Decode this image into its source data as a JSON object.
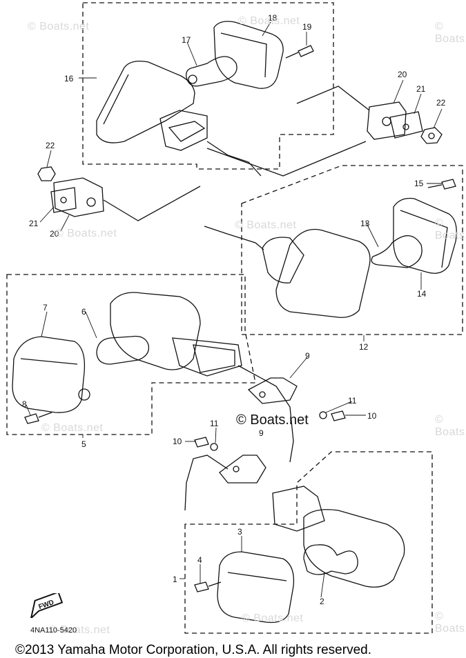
{
  "callouts": {
    "c1": "1",
    "c2": "2",
    "c3": "3",
    "c4": "4",
    "c5": "5",
    "c6": "6",
    "c7": "7",
    "c8": "8",
    "c9a": "9",
    "c9b": "9",
    "c10a": "10",
    "c10b": "10",
    "c11a": "11",
    "c11b": "11",
    "c12": "12",
    "c13": "13",
    "c14": "14",
    "c15": "15",
    "c16": "16",
    "c17": "17",
    "c18": "18",
    "c19": "19",
    "c20a": "20",
    "c20b": "20",
    "c21a": "21",
    "c21b": "21",
    "c22a": "22",
    "c22b": "22"
  },
  "watermark": "© Boats.net",
  "watermark_center": "© Boats.net",
  "fwd_label": "FWD",
  "diagram_code": "4NA110-5420",
  "copyright": "©2013 Yamaha Motor Corporation, U.S.A. All rights reserved."
}
